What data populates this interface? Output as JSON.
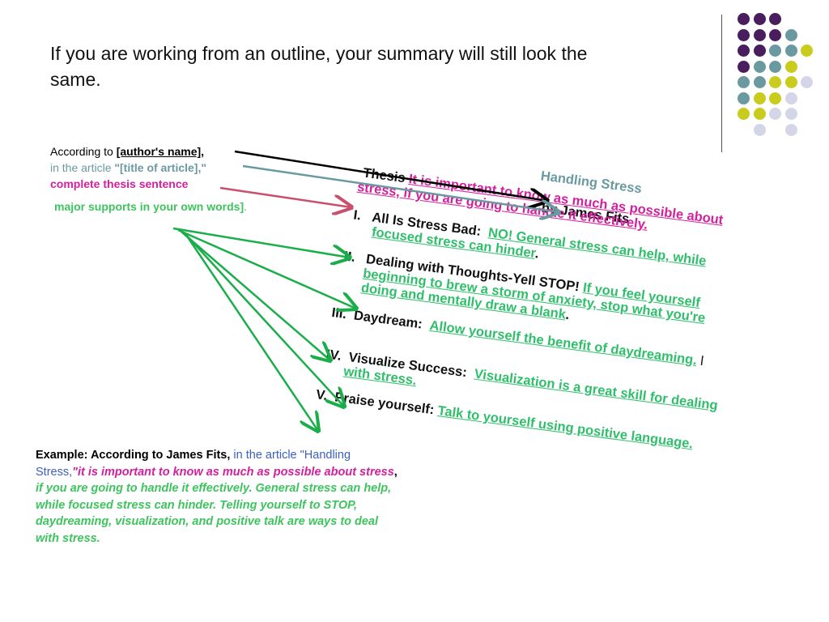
{
  "heading": "If you are working from an outline, your summary will still look the same.",
  "template": {
    "according": "According to ",
    "author": "[author's name],",
    "in_article": "in the article ",
    "title": "\"[title of article],\"",
    "thesis": "complete thesis sentence",
    "supports": "major supports in your own words]",
    "supports_end": "."
  },
  "outline": {
    "title": "Handling Stress",
    "byline": "by James Fits",
    "thesis_label": "Thesis ",
    "thesis_1": "It is important to know as much as possible about",
    "thesis_2": "stress, if you are going to handle it effectively.",
    "i_num": "I.",
    "i_head": "All Is Stress Bad:",
    "i_text_1": "NO! General stress can help, while",
    "i_text_2": "focused stress can hinder",
    "i_end": ".",
    "ii_num": "II.",
    "ii_head": "Dealing with Thoughts-Yell STOP!",
    "ii_text_1": "If you feel yourself",
    "ii_text_2": "beginning to brew a storm of anxiety, stop what you're",
    "ii_text_3": "doing and mentally draw a blank",
    "ii_end": ".",
    "iii_num": "III.",
    "iii_head": "Daydream:",
    "iii_text": "Allow yourself the benefit of daydreaming.",
    "iii_end": " l",
    "iv_num": "IV.",
    "iv_head": "Visualize Success:",
    "iv_text_1": "Visualization is a great skill for dealing",
    "iv_text_2": "with stress.",
    "v_num": "V.",
    "v_head": "Praise yourself:",
    "v_text": "Talk to yourself using positive language."
  },
  "example": {
    "intro": "Example: According to James Fits, ",
    "in_article": "in the article \"",
    "title": "Handling Stress,",
    "thesis": "\"it is important to know as much as possible about stress",
    "comma": ", ",
    "rest": "if you are going to handle it effectively. General stress can help, while focused stress can hinder. Telling yourself to STOP, daydreaming, visualization, and positive talk are ways to deal with stress."
  },
  "colors": {
    "purple": "#4a1e5e",
    "teal": "#6a9aa0",
    "yellow": "#c9cc1c",
    "lavender": "#d5d5e8",
    "magenta": "#d4209e",
    "green": "#2fbf6a"
  }
}
